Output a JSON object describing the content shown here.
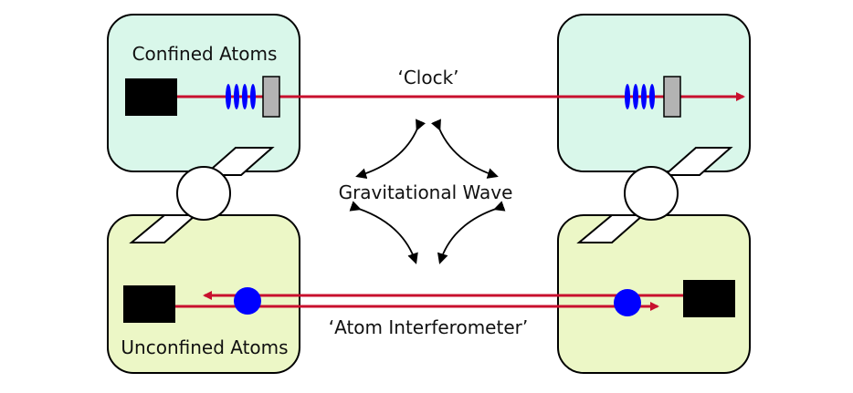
{
  "labels": {
    "confined": "Confined Atoms",
    "unconfined": "Unconfined Atoms",
    "clock": "‘Clock’",
    "gw": "Gravitational Wave",
    "ai": "‘Atom Interferometer’"
  },
  "colors": {
    "clock_box": "#d9f7ea",
    "ai_box": "#ecf7c6",
    "laser": "#c8102e",
    "atom": "#0000ff",
    "mirror": "#b3b3b3",
    "source": "#000000"
  },
  "icons": [
    "satellite-icon",
    "laser-source-icon",
    "mirror-icon",
    "atom-icon",
    "wavefront-icon",
    "arrow-icon"
  ]
}
